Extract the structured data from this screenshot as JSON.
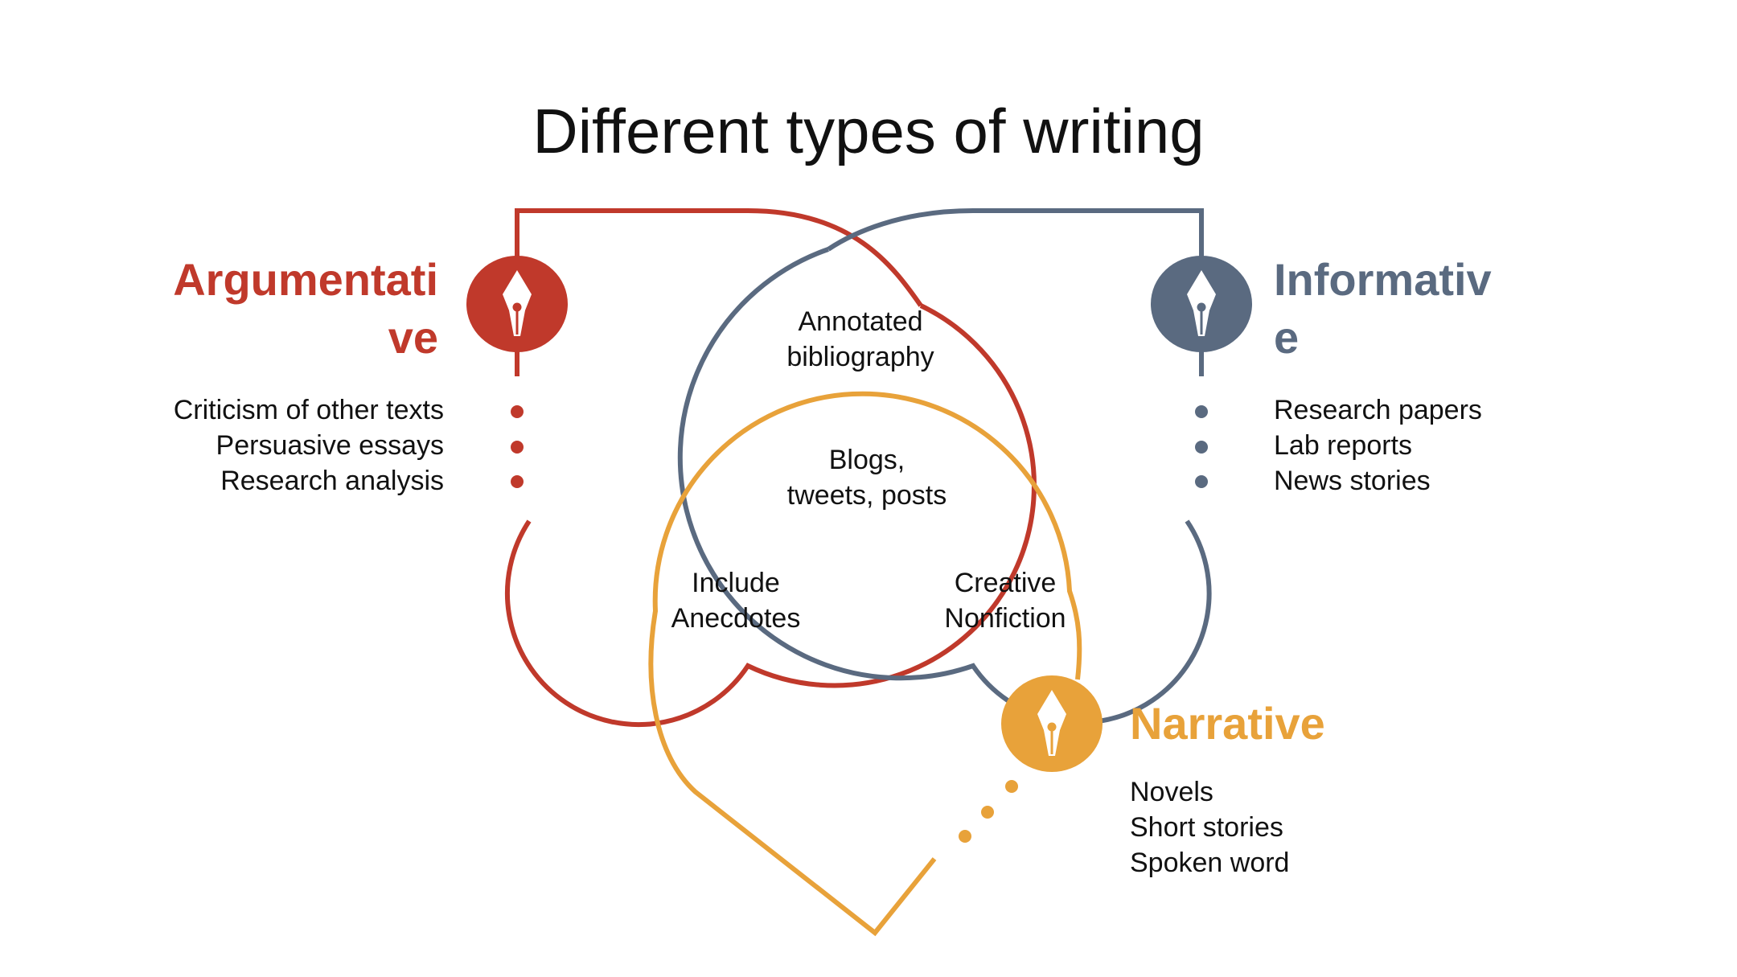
{
  "title": "Different types of writing",
  "colors": {
    "argumentative": "#c0392b",
    "informative": "#5a6a80",
    "narrative": "#e8a23a"
  },
  "icons": {
    "argumentative": "pen-nib-icon",
    "informative": "pen-nib-icon",
    "narrative": "pen-nib-icon"
  },
  "argumentative": {
    "heading_line1": "Argumentati",
    "heading_line2": "ve",
    "items": [
      "Criticism of other texts",
      "Persuasive essays",
      "Research analysis"
    ]
  },
  "informative": {
    "heading_line1": "Informativ",
    "heading_line2": "e",
    "items": [
      "Research papers",
      "Lab reports",
      "News stories"
    ]
  },
  "narrative": {
    "heading": "Narrative",
    "items": [
      "Novels",
      "Short stories",
      "Spoken word"
    ]
  },
  "overlaps": {
    "argumentative_informative": [
      "Annotated",
      "bibliography"
    ],
    "all_three": [
      "Blogs,",
      "tweets, posts"
    ],
    "argumentative_narrative": [
      "Include",
      "Anecdotes"
    ],
    "informative_narrative": [
      "Creative",
      "Nonfiction"
    ]
  }
}
